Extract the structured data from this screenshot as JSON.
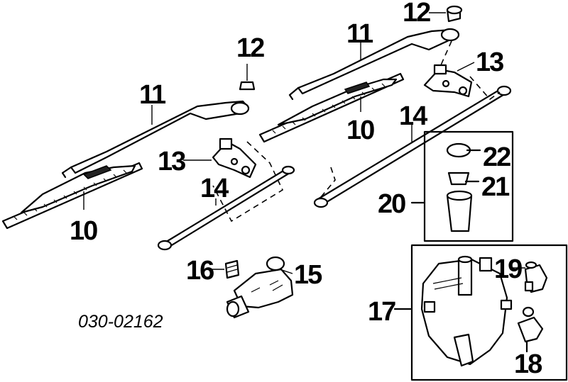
{
  "diagram": {
    "catalog_code": "030-02162",
    "callouts": {
      "c12_right": "12",
      "c11_right": "11",
      "c13_right": "13",
      "c12_left": "12",
      "c11_left": "11",
      "c10_right": "10",
      "c14_right": "14",
      "c22": "22",
      "c21": "21",
      "c20": "20",
      "c13_left": "13",
      "c14_left": "14",
      "c10_left": "10",
      "c16": "16",
      "c15": "15",
      "c19": "19",
      "c17": "17",
      "c18": "18"
    }
  }
}
